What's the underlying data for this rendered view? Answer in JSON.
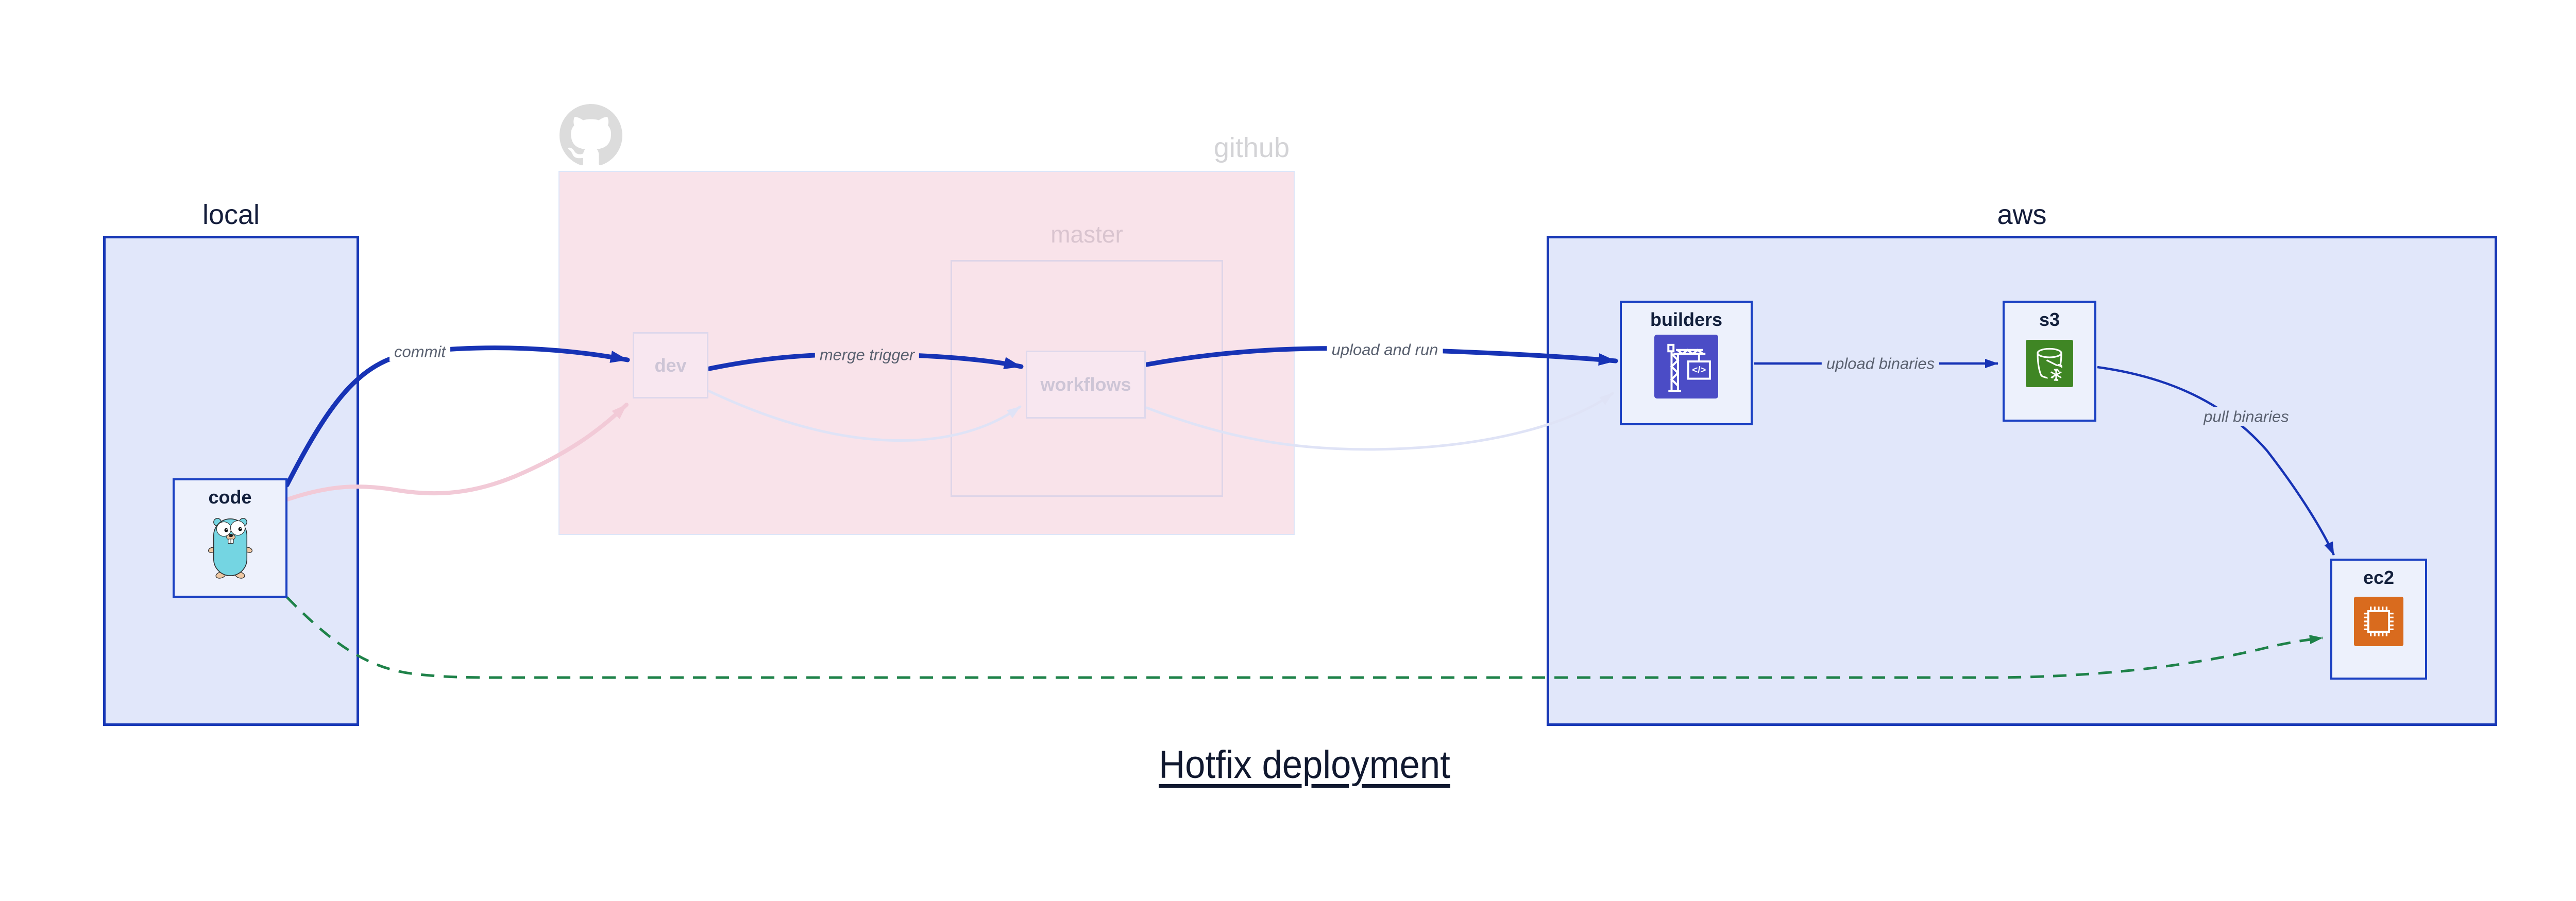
{
  "title": {
    "text": "Hotfix deployment"
  },
  "containers": {
    "local": {
      "label": "local"
    },
    "github": {
      "label": "github"
    },
    "master": {
      "label": "master"
    },
    "aws": {
      "label": "aws"
    }
  },
  "nodes": {
    "code": {
      "label": "code",
      "icon": "go-gopher-icon"
    },
    "dev": {
      "label": "dev"
    },
    "workflows": {
      "label": "workflows"
    },
    "builders": {
      "label": "builders",
      "icon": "codebuild-crane-icon"
    },
    "s3": {
      "label": "s3",
      "icon": "s3-glacier-bucket-icon"
    },
    "ec2": {
      "label": "ec2",
      "icon": "ec2-chip-icon"
    }
  },
  "edges": {
    "commit": {
      "label": "commit"
    },
    "merge_trigger": {
      "label": "merge trigger"
    },
    "upload_and_run": {
      "label": "upload and run"
    },
    "upload_binaries": {
      "label": "upload binaries"
    },
    "pull_binaries": {
      "label": "pull binaries"
    }
  },
  "colors": {
    "arrow_blue": "#1733b5",
    "arrow_green": "#1e8249",
    "arrow_faded_pink": "#f2cad7",
    "arrow_faded_lavender": "#dfe3f6",
    "container_fill": "#e1e7fa",
    "container_border": "#1838b6",
    "node_fill": "#edf1fc",
    "node_border": "#1a40c2",
    "github_fill": "#f9e3ea",
    "builders_icon_bg": "#4b4cc6",
    "s3_icon_bg": "#3f8624",
    "ec2_icon_bg": "#d96b1e",
    "gopher_body": "#74d5e2",
    "text_dark": "#141d3b",
    "edge_label_text": "#5a6170",
    "faded_text": "#cdc5d6",
    "octocat_gray": "#dcdcdc"
  }
}
